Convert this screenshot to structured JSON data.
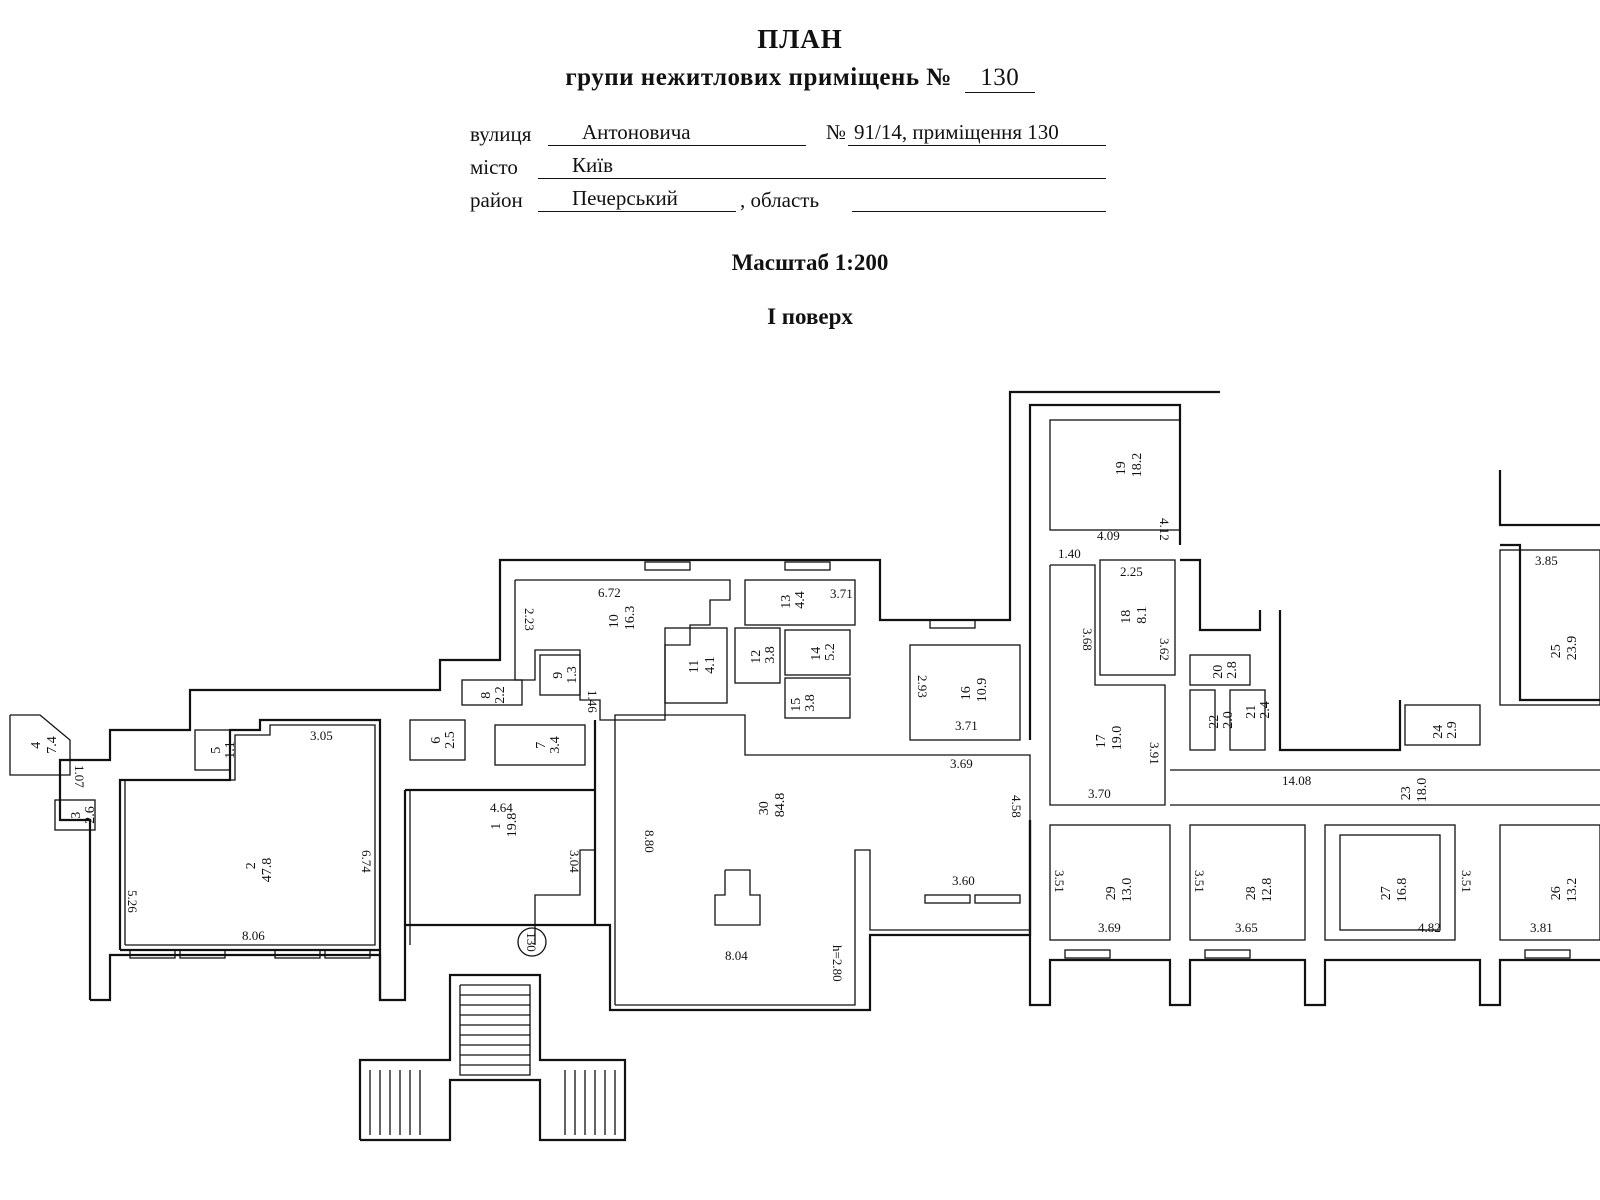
{
  "header": {
    "title": "ПЛАН",
    "subtitle_prefix": "групи нежитлових приміщень №",
    "group_number": "130"
  },
  "address": {
    "street_label": "вулиця",
    "street_value": "Антоновича",
    "number_label": "№",
    "number_value": "91/14, приміщення 130",
    "city_label": "місто",
    "city_value": "Київ",
    "district_label": "район",
    "district_value": "Печерський",
    "region_label": ", область",
    "region_value": ""
  },
  "scale_text": "Масштаб 1:200",
  "floor_text": "І поверх",
  "plan_badge": "130",
  "rooms": [
    {
      "id": "room-1",
      "number": "1",
      "area": "19.8"
    },
    {
      "id": "room-2",
      "number": "2",
      "area": "47.8"
    },
    {
      "id": "room-3",
      "number": "3",
      "area": "2.6"
    },
    {
      "id": "room-4",
      "number": "4",
      "area": "7.4"
    },
    {
      "id": "room-5",
      "number": "5",
      "area": "1.1"
    },
    {
      "id": "room-6",
      "number": "6",
      "area": "2.5"
    },
    {
      "id": "room-7",
      "number": "7",
      "area": "3.4"
    },
    {
      "id": "room-8",
      "number": "8",
      "area": "2.2"
    },
    {
      "id": "room-9",
      "number": "9",
      "area": "1.3"
    },
    {
      "id": "room-10",
      "number": "10",
      "area": "16.3"
    },
    {
      "id": "room-11",
      "number": "11",
      "area": "4.1"
    },
    {
      "id": "room-12",
      "number": "12",
      "area": "3.8"
    },
    {
      "id": "room-13",
      "number": "13",
      "area": "4.4"
    },
    {
      "id": "room-14",
      "number": "14",
      "area": "5.2"
    },
    {
      "id": "room-15",
      "number": "15",
      "area": "3.8"
    },
    {
      "id": "room-16",
      "number": "16",
      "area": "10.9"
    },
    {
      "id": "room-17",
      "number": "17",
      "area": "19.0"
    },
    {
      "id": "room-18",
      "number": "18",
      "area": "8.1"
    },
    {
      "id": "room-19",
      "number": "19",
      "area": "18.2"
    },
    {
      "id": "room-20",
      "number": "20",
      "area": "2.8"
    },
    {
      "id": "room-21",
      "number": "21",
      "area": "2.4"
    },
    {
      "id": "room-22",
      "number": "22",
      "area": "2.0"
    },
    {
      "id": "room-23",
      "number": "23",
      "area": "18.0"
    },
    {
      "id": "room-24",
      "number": "24",
      "area": "2.9"
    },
    {
      "id": "room-25",
      "number": "25",
      "area": "23.9"
    },
    {
      "id": "room-26",
      "number": "26",
      "area": "13.2"
    },
    {
      "id": "room-27",
      "number": "27",
      "area": "16.8"
    },
    {
      "id": "room-28",
      "number": "28",
      "area": "12.8"
    },
    {
      "id": "room-29",
      "number": "29",
      "area": "13.0"
    },
    {
      "id": "room-30",
      "number": "30",
      "area": "84.8"
    }
  ],
  "dimensions": [
    "3.05",
    "6.74",
    "8.06",
    "5.26",
    "1.07",
    "4.64",
    "3.04",
    "6.72",
    "2.23",
    "1.46",
    "3.71",
    "2.93",
    "3.71",
    "3.69",
    "8.80",
    "4.58",
    "3.60",
    "8.04",
    "h=2.80",
    "1.40",
    "2.25",
    "3.68",
    "3.62",
    "3.91",
    "3.70",
    "4.09",
    "4.12",
    "14.08",
    "3.85",
    "3.51",
    "3.69",
    "3.51",
    "3.65",
    "3.51",
    "4.82",
    "3.81"
  ]
}
